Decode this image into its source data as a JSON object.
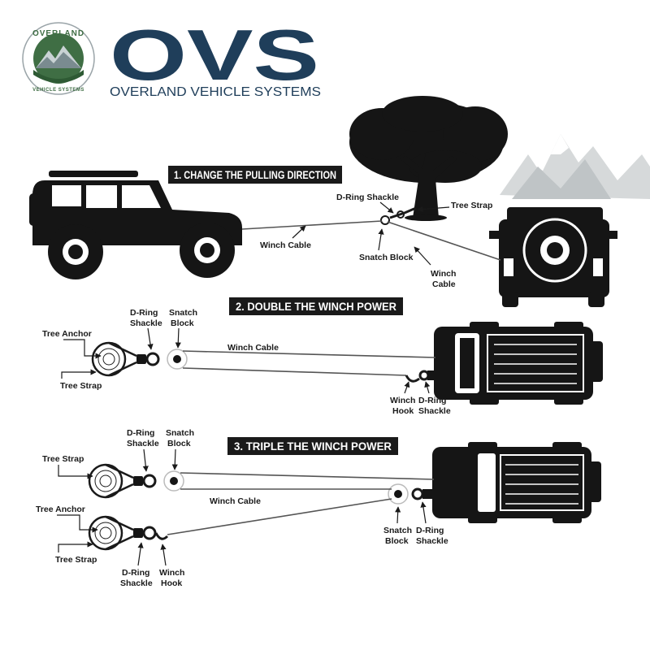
{
  "brand": {
    "name": "OVS",
    "tagline": "OVERLAND VEHICLE SYSTEMS",
    "badge_top": "OVERLAND",
    "badge_bottom": "VEHICLE SYSTEMS",
    "colors": {
      "navy": "#1f3e5a",
      "green": "#3f6e44",
      "mountain": "#7a8b90"
    }
  },
  "sections": [
    {
      "title": "1. CHANGE THE PULLING DIRECTION"
    },
    {
      "title": "2. DOUBLE THE WINCH POWER"
    },
    {
      "title": "3. TRIPLE THE WINCH POWER"
    }
  ],
  "labels": {
    "s1": {
      "d_ring_shackle": "D-Ring Shackle",
      "tree_strap": "Tree Strap",
      "winch_cable_left": "Winch Cable",
      "snatch_block": "Snatch Block",
      "winch_cable_right": [
        "Winch",
        "Cable"
      ]
    },
    "s2": {
      "d_ring_shackle_top": [
        "D-Ring",
        "Shackle"
      ],
      "snatch_block_top": [
        "Snatch",
        "Block"
      ],
      "tree_anchor": "Tree Anchor",
      "tree_strap": "Tree Strap",
      "winch_cable": "Winch Cable",
      "winch_hook": [
        "Winch",
        "Hook"
      ],
      "d_ring_shackle_bottom": [
        "D-Ring",
        "Shackle"
      ]
    },
    "s3": {
      "d_ring_shackle_top": [
        "D-Ring",
        "Shackle"
      ],
      "snatch_block_top": [
        "Snatch",
        "Block"
      ],
      "tree_strap_top": "Tree Strap",
      "winch_cable": "Winch Cable",
      "tree_anchor": "Tree Anchor",
      "tree_strap_bottom": "Tree Strap",
      "snatch_block_right": [
        "Snatch",
        "Block"
      ],
      "d_ring_shackle_right": [
        "D-Ring",
        "Shackle"
      ],
      "d_ring_shackle_bottom": [
        "D-Ring",
        "Shackle"
      ],
      "winch_hook": [
        "Winch",
        "Hook"
      ]
    }
  },
  "icons": [
    "overland-badge-icon",
    "mountain-icon",
    "tree-icon",
    "jeep-side-icon",
    "jeep-rear-icon",
    "truck-top-icon",
    "tree-anchor-icon",
    "shackle-icon",
    "snatch-block-icon",
    "winch-hook-icon",
    "arrow-icon"
  ]
}
